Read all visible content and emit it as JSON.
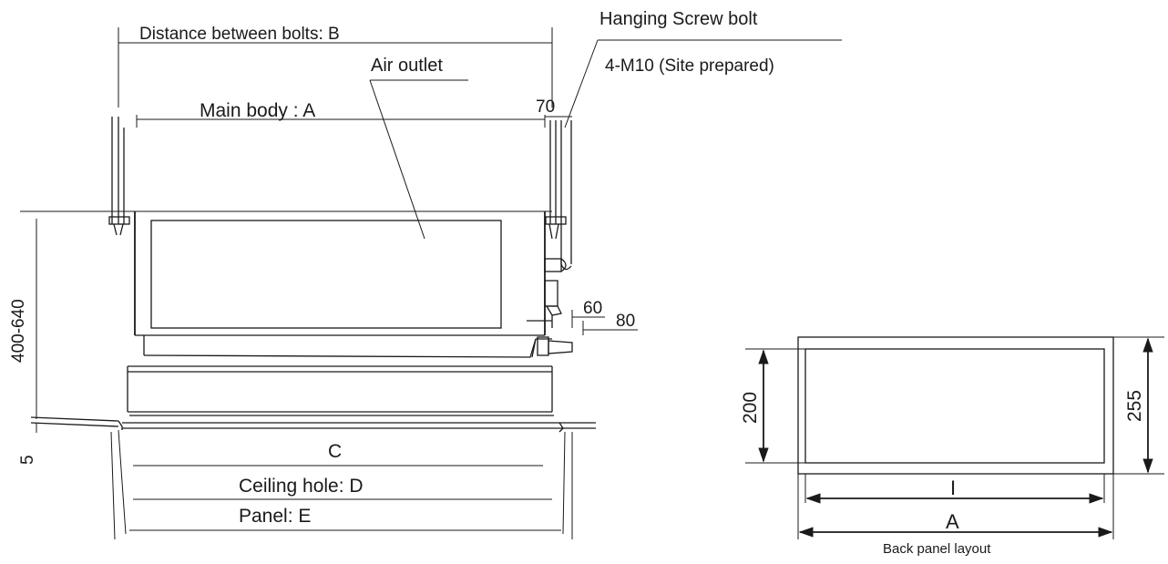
{
  "front_view": {
    "dim_bolts_label": "Distance between bolts: B",
    "hanging_bolt_title": "Hanging Screw bolt",
    "hanging_bolt_spec": "4-M10 (Site prepared)",
    "air_outlet_label": "Air outlet",
    "main_body_label": "Main body : A",
    "dim_70": "70",
    "dim_60": "60",
    "dim_80": "80",
    "dim_height": "400-640",
    "dim_5": "5",
    "dim_c_label": "C",
    "ceiling_hole_label": "Ceiling hole: D",
    "panel_label": "Panel: E"
  },
  "back_panel": {
    "dim_200": "200",
    "dim_255": "255",
    "dim_i_label": "I",
    "dim_a_label": "A",
    "caption": "Back panel layout"
  }
}
